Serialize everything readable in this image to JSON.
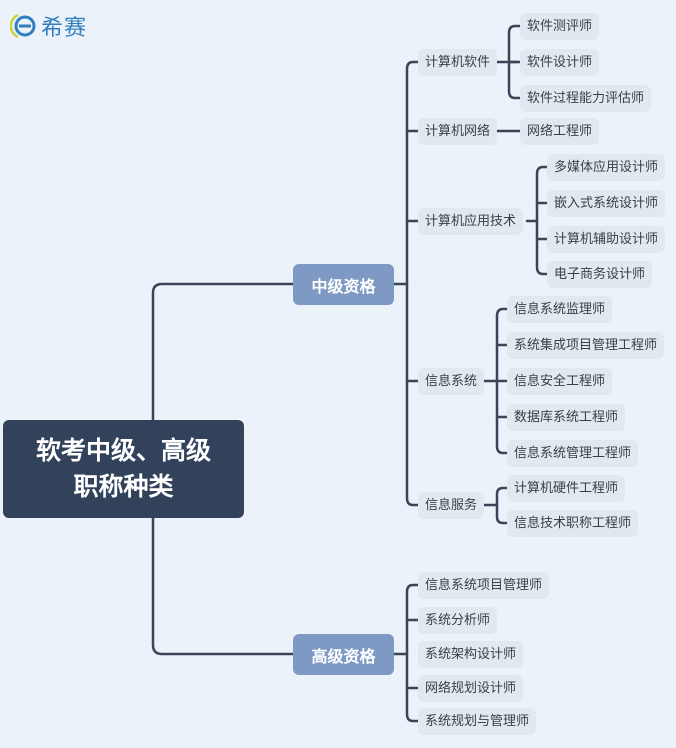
{
  "logo": {
    "text": "希赛",
    "icon": "xisai-e-logo-icon",
    "brand_color": "#2f7fc1"
  },
  "root": {
    "line1": "软考中级、高级",
    "line2": "职称种类",
    "color": "#33425b"
  },
  "categories": [
    {
      "label": "中级资格",
      "color": "#7e9ac4",
      "groups": [
        {
          "label": "计算机软件",
          "children": [
            "软件测评师",
            "软件设计师",
            "软件过程能力评估师"
          ]
        },
        {
          "label": "计算机网络",
          "children": [
            "网络工程师"
          ]
        },
        {
          "label": "计算机应用技术",
          "children": [
            "多媒体应用设计师",
            "嵌入式系统设计师",
            "计算机辅助设计师",
            "电子商务设计师"
          ]
        },
        {
          "label": "信息系统",
          "children": [
            "信息系统监理师",
            "系统集成项目管理工程师",
            "信息安全工程师",
            "数据库系统工程师",
            "信息系统管理工程师"
          ]
        },
        {
          "label": "信息服务",
          "children": [
            "计算机硬件工程师",
            "信息技术职称工程师"
          ]
        }
      ]
    },
    {
      "label": "高级资格",
      "color": "#7e9ac4",
      "children": [
        "信息系统项目管理师",
        "系统分析师",
        "系统架构设计师",
        "网络规划设计师",
        "系统规划与管理师"
      ]
    }
  ],
  "colors": {
    "background": "#ebf2f9",
    "connector": "#3a4558",
    "node_bg": "#e1e8f0",
    "node_text": "#3a3f47"
  }
}
